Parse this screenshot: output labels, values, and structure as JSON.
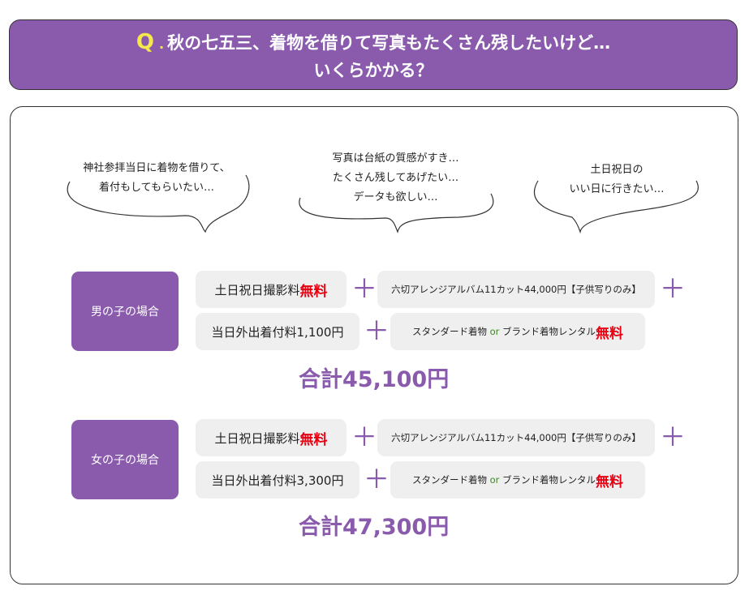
{
  "header": {
    "q_mark": "Q",
    "line1": "秋の七五三、着物を借りて写真もたくさん残したいけど…",
    "line2": "いくらかかる？"
  },
  "bubbles": [
    {
      "lines": [
        "神社参拝当日に着物を借りて、",
        "着付もしてもらいたい…"
      ]
    },
    {
      "lines": [
        "写真は台紙の質感がすき…",
        "たくさん残してあげたい…",
        "データも欲しい…"
      ]
    },
    {
      "lines": [
        "土日祝日の",
        "いい日に行きたい…"
      ]
    }
  ],
  "cases": [
    {
      "label": "男の子の場合",
      "photo_fee": "土日祝日撮影料",
      "photo_free": "無料",
      "album": "六切アレンジアルバム11カット44,000円【子供写りのみ】",
      "dressing": "当日外出着付料1,100円",
      "rental_a": "スタンダード着物",
      "rental_or": "or",
      "rental_b": "ブランド着物レンタル",
      "rental_free": "無料",
      "total": "合計45,100円"
    },
    {
      "label": "女の子の場合",
      "photo_fee": "土日祝日撮影料",
      "photo_free": "無料",
      "album": "六切アレンジアルバム11カット44,000円【子供写りのみ】",
      "dressing": "当日外出着付料3,300円",
      "rental_a": "スタンダード着物",
      "rental_or": "or",
      "rental_b": "ブランド着物レンタル",
      "rental_free": "無料",
      "total": "合計47,300円"
    }
  ],
  "plus": "＋"
}
